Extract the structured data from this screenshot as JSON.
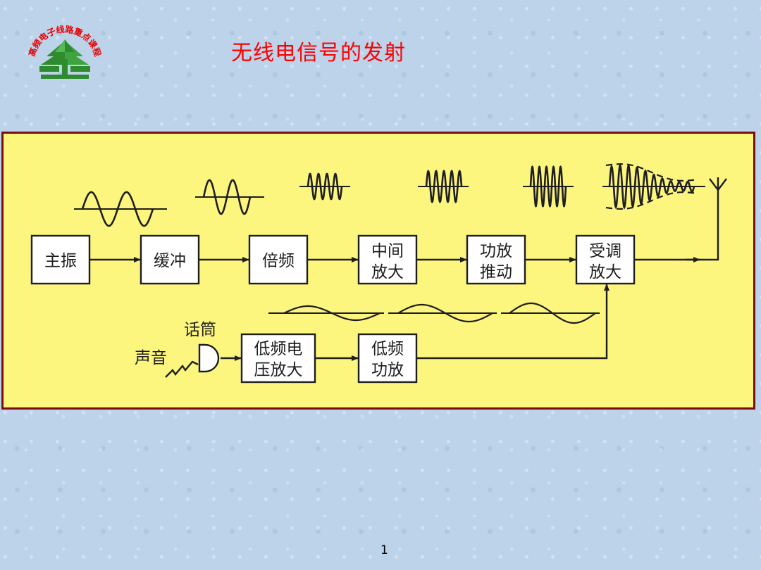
{
  "slide": {
    "title": "无线电信号的发射",
    "page_number": "1"
  },
  "logo": {
    "arc_text": "高频电子线路重点课程",
    "icon": "tree-logo-icon"
  },
  "diagram": {
    "blocks": {
      "main_osc": [
        "主振"
      ],
      "buffer": [
        "缓冲"
      ],
      "multiplier": [
        "倍频"
      ],
      "intermediate_amp": [
        "中间",
        "放大"
      ],
      "driver": [
        "功放",
        "推动"
      ],
      "modulated_amp": [
        "受调",
        "放大"
      ],
      "lf_voltage_amp": [
        "低频电",
        "压放大"
      ],
      "lf_power_amp": [
        "低频",
        "功放"
      ]
    },
    "labels": {
      "microphone": "话筒",
      "sound": "声音"
    },
    "colors": {
      "panel_bg": "#fcf57e",
      "panel_border": "#7a0d0d",
      "title": "#ff0000"
    }
  }
}
